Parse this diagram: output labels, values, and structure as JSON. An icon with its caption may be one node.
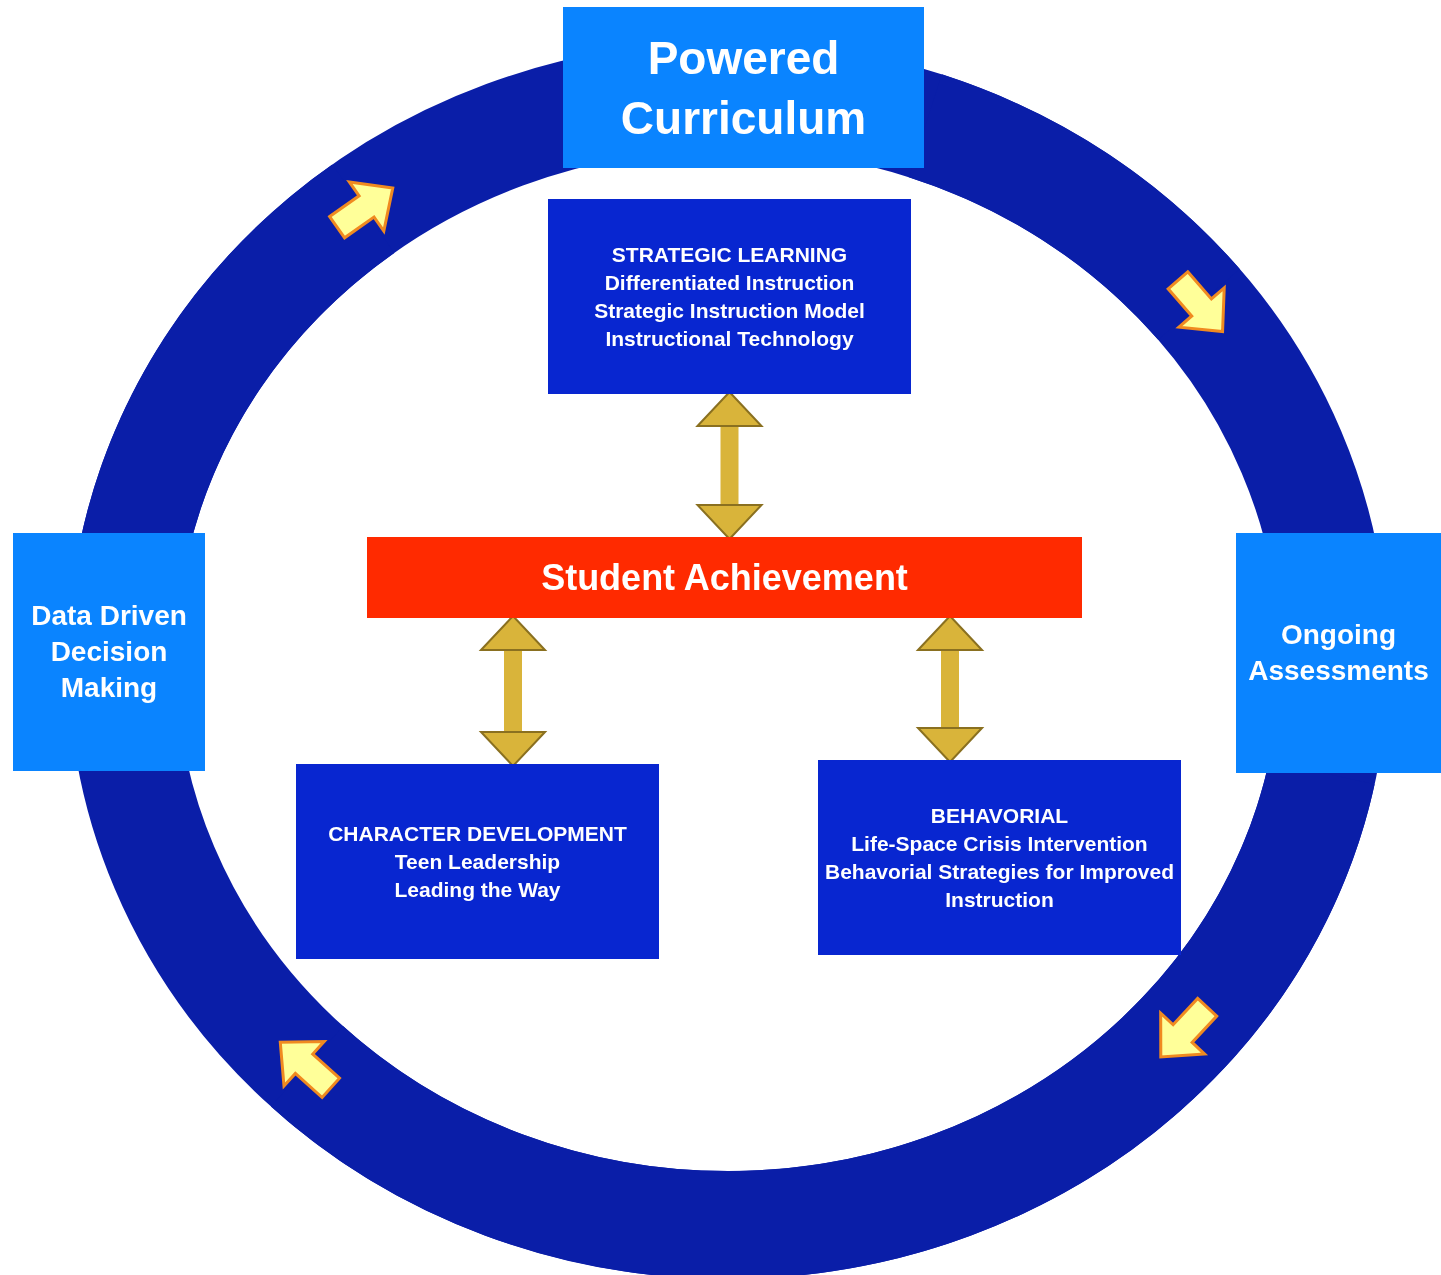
{
  "diagram": {
    "nodes": [
      {
        "text": [
          "Powered Curriculum"
        ]
      },
      {
        "text": [
          "Ongoing Assessments"
        ]
      },
      {
        "text": [
          "Data Driven Decision Making"
        ]
      },
      {
        "text": [
          "STRATEGIC LEARNING",
          "Differentiated Instruction",
          "Strategic Instruction Model",
          "Instructional Technology"
        ]
      },
      {
        "text": [
          "Student Achievement"
        ]
      },
      {
        "text": [
          "CHARACTER DEVELOPMENT",
          "Teen Leadership",
          "Leading the Way"
        ]
      },
      {
        "text": [
          "BEHAVORIAL",
          "Life-Space Crisis Intervention",
          "Behavorial Strategies for Improved Instruction"
        ]
      }
    ],
    "edges": [
      {
        "from": 0,
        "to": 1,
        "arrow": "to",
        "style": "thick"
      },
      {
        "from": 1,
        "to": 2,
        "arrow": "to",
        "style": "thick"
      },
      {
        "from": 2,
        "to": 0,
        "arrow": "to",
        "style": "thick"
      },
      {
        "from": 3,
        "to": 4,
        "arrow": "both",
        "color": "#d9b43a"
      },
      {
        "from": 4,
        "to": 5,
        "arrow": "both",
        "color": "#d9b43a"
      },
      {
        "from": 4,
        "to": 6,
        "arrow": "both",
        "color": "#d9b43a"
      }
    ]
  }
}
